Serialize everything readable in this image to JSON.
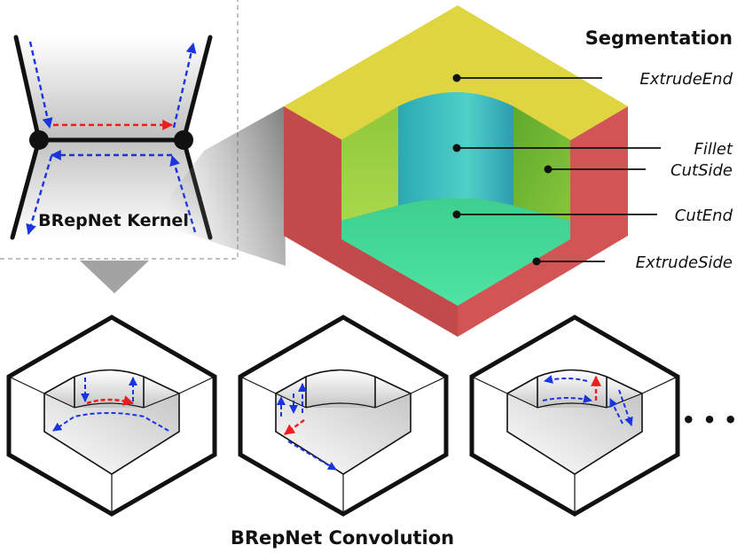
{
  "kernel": {
    "title": "BRepNet Kernel"
  },
  "segmentation": {
    "title": "Segmentation",
    "labels": [
      "ExtrudeEnd",
      "Fillet",
      "CutSide",
      "CutEnd",
      "ExtrudeSide"
    ]
  },
  "convolution": {
    "title": "BRepNet Convolution",
    "ellipsis": "• • •"
  },
  "colors": {
    "extrude_end": "#dfd540",
    "extrude_side": "#cc4f4f",
    "fillet": "#35b9bc",
    "cut_side": "#8ac23e",
    "cut_end": "#3fdc96",
    "coedge_blue": "#1a35e0",
    "coedge_red": "#ee1c1c"
  }
}
